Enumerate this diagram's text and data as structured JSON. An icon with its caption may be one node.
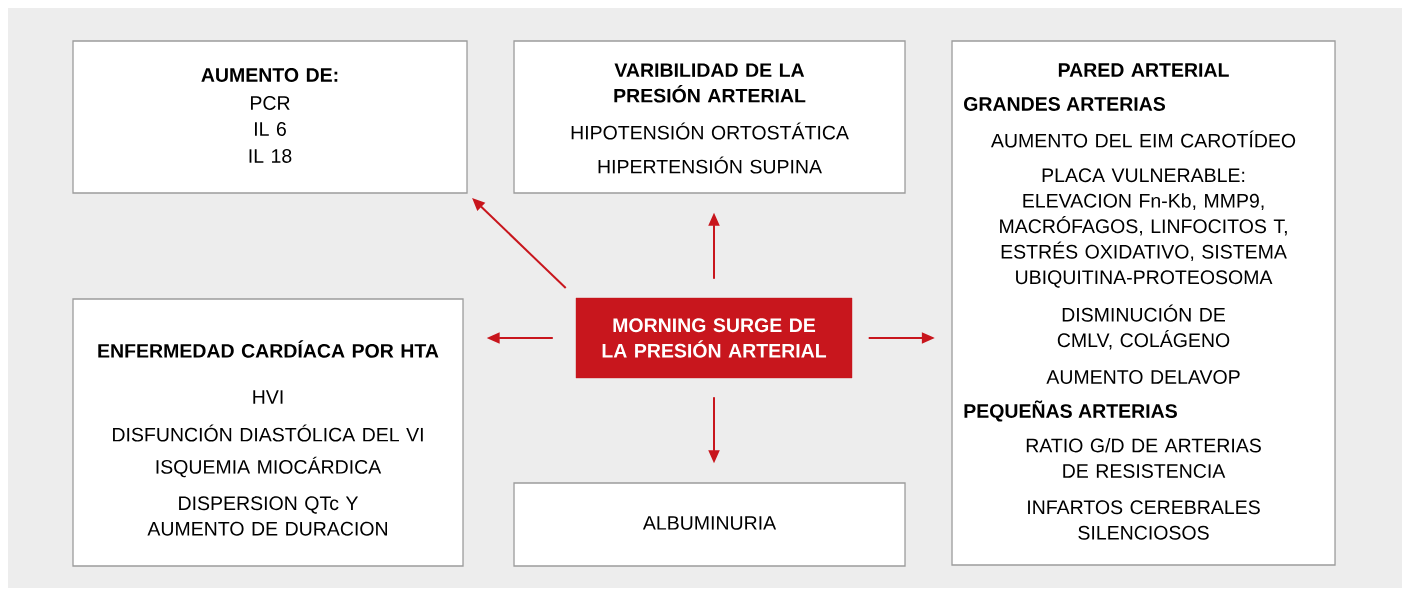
{
  "diagram": {
    "nodes": [
      {
        "text": [
          "MORNING SURGE DE LA PRESIÓN ARTERIAL"
        ]
      },
      {
        "text": [
          "AUMENTO DE:",
          "PCR",
          "IL 6",
          "IL 18"
        ]
      },
      {
        "text": [
          "VARIBILIDAD DE LA PRESIÓN ARTERIAL",
          "HIPOTENSIÓN ORTOSTÁTICA",
          "HIPERTENSIÓN SUPINA"
        ]
      },
      {
        "text": [
          "PARED ARTERIAL",
          "GRANDES ARTERIAS",
          "AUMENTO DEL EIM CAROTÍDEO",
          "PLACA VULNERABLE: ELEVACION Fn-Kb, MMP9, MACRÓFAGOS, LINFOCITOS T, ESTRÉS OXIDATIVO, SISTEMA UBIQUITINA-PROTEOSOMA",
          "DISMINUCIÓN DE CMLV, COLÁGENO",
          "AUMENTO DELAVOP",
          "PEQUEÑAS ARTERIAS",
          "RATIO G/D DE ARTERIAS DE RESISTENCIA",
          "INFARTOS CEREBRALES SILENCIOSOS"
        ]
      },
      {
        "text": [
          "ENFERMEDAD CARDÍACA POR HTA",
          "HVI",
          "DISFUNCIÓN DIASTÓLICA DEL VI",
          "ISQUEMIA MIOCÁRDICA",
          "DISPERSION QTc Y AUMENTO DE DURACION"
        ]
      },
      {
        "text": [
          "ALBUMINURIA"
        ]
      }
    ],
    "edges": [
      {
        "from": 0,
        "to": 1,
        "arrow": "to"
      },
      {
        "from": 0,
        "to": 2,
        "arrow": "to"
      },
      {
        "from": 0,
        "to": 4,
        "arrow": "to"
      },
      {
        "from": 0,
        "to": 3,
        "arrow": "to"
      },
      {
        "from": 0,
        "to": 5,
        "arrow": "to"
      }
    ]
  }
}
